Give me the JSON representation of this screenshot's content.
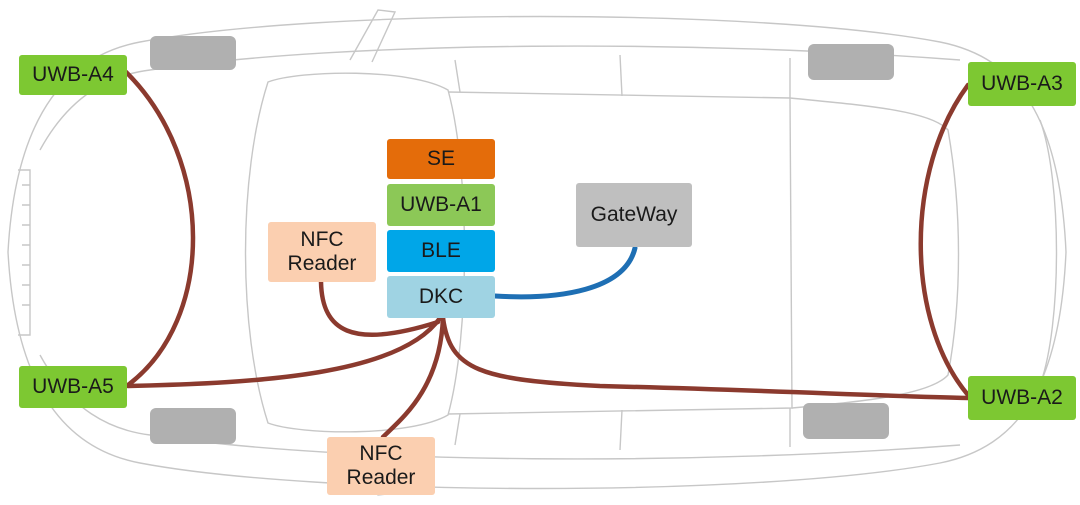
{
  "colors": {
    "uwb": "#7dc832",
    "uwb_a1": "#8cc857",
    "se": "#e46c0a",
    "ble": "#00a6e8",
    "dkc": "#9fd3e3",
    "gateway": "#bfbfbf",
    "nfc": "#fbcfb0",
    "cable": "#8b3a2e",
    "link": "#1e6fb4",
    "car_outline": "#c7c7c7",
    "wheel": "#b0b0b0"
  },
  "nodes": {
    "uwb_a4": "UWB-A4",
    "uwb_a3": "UWB-A3",
    "uwb_a5": "UWB-A5",
    "uwb_a2": "UWB-A2",
    "se": "SE",
    "uwb_a1": "UWB-A1",
    "ble": "BLE",
    "dkc": "DKC",
    "gateway": "GateWay",
    "nfc_upper": {
      "line1": "NFC",
      "line2": "Reader"
    },
    "nfc_lower": {
      "line1": "NFC",
      "line2": "Reader"
    }
  }
}
